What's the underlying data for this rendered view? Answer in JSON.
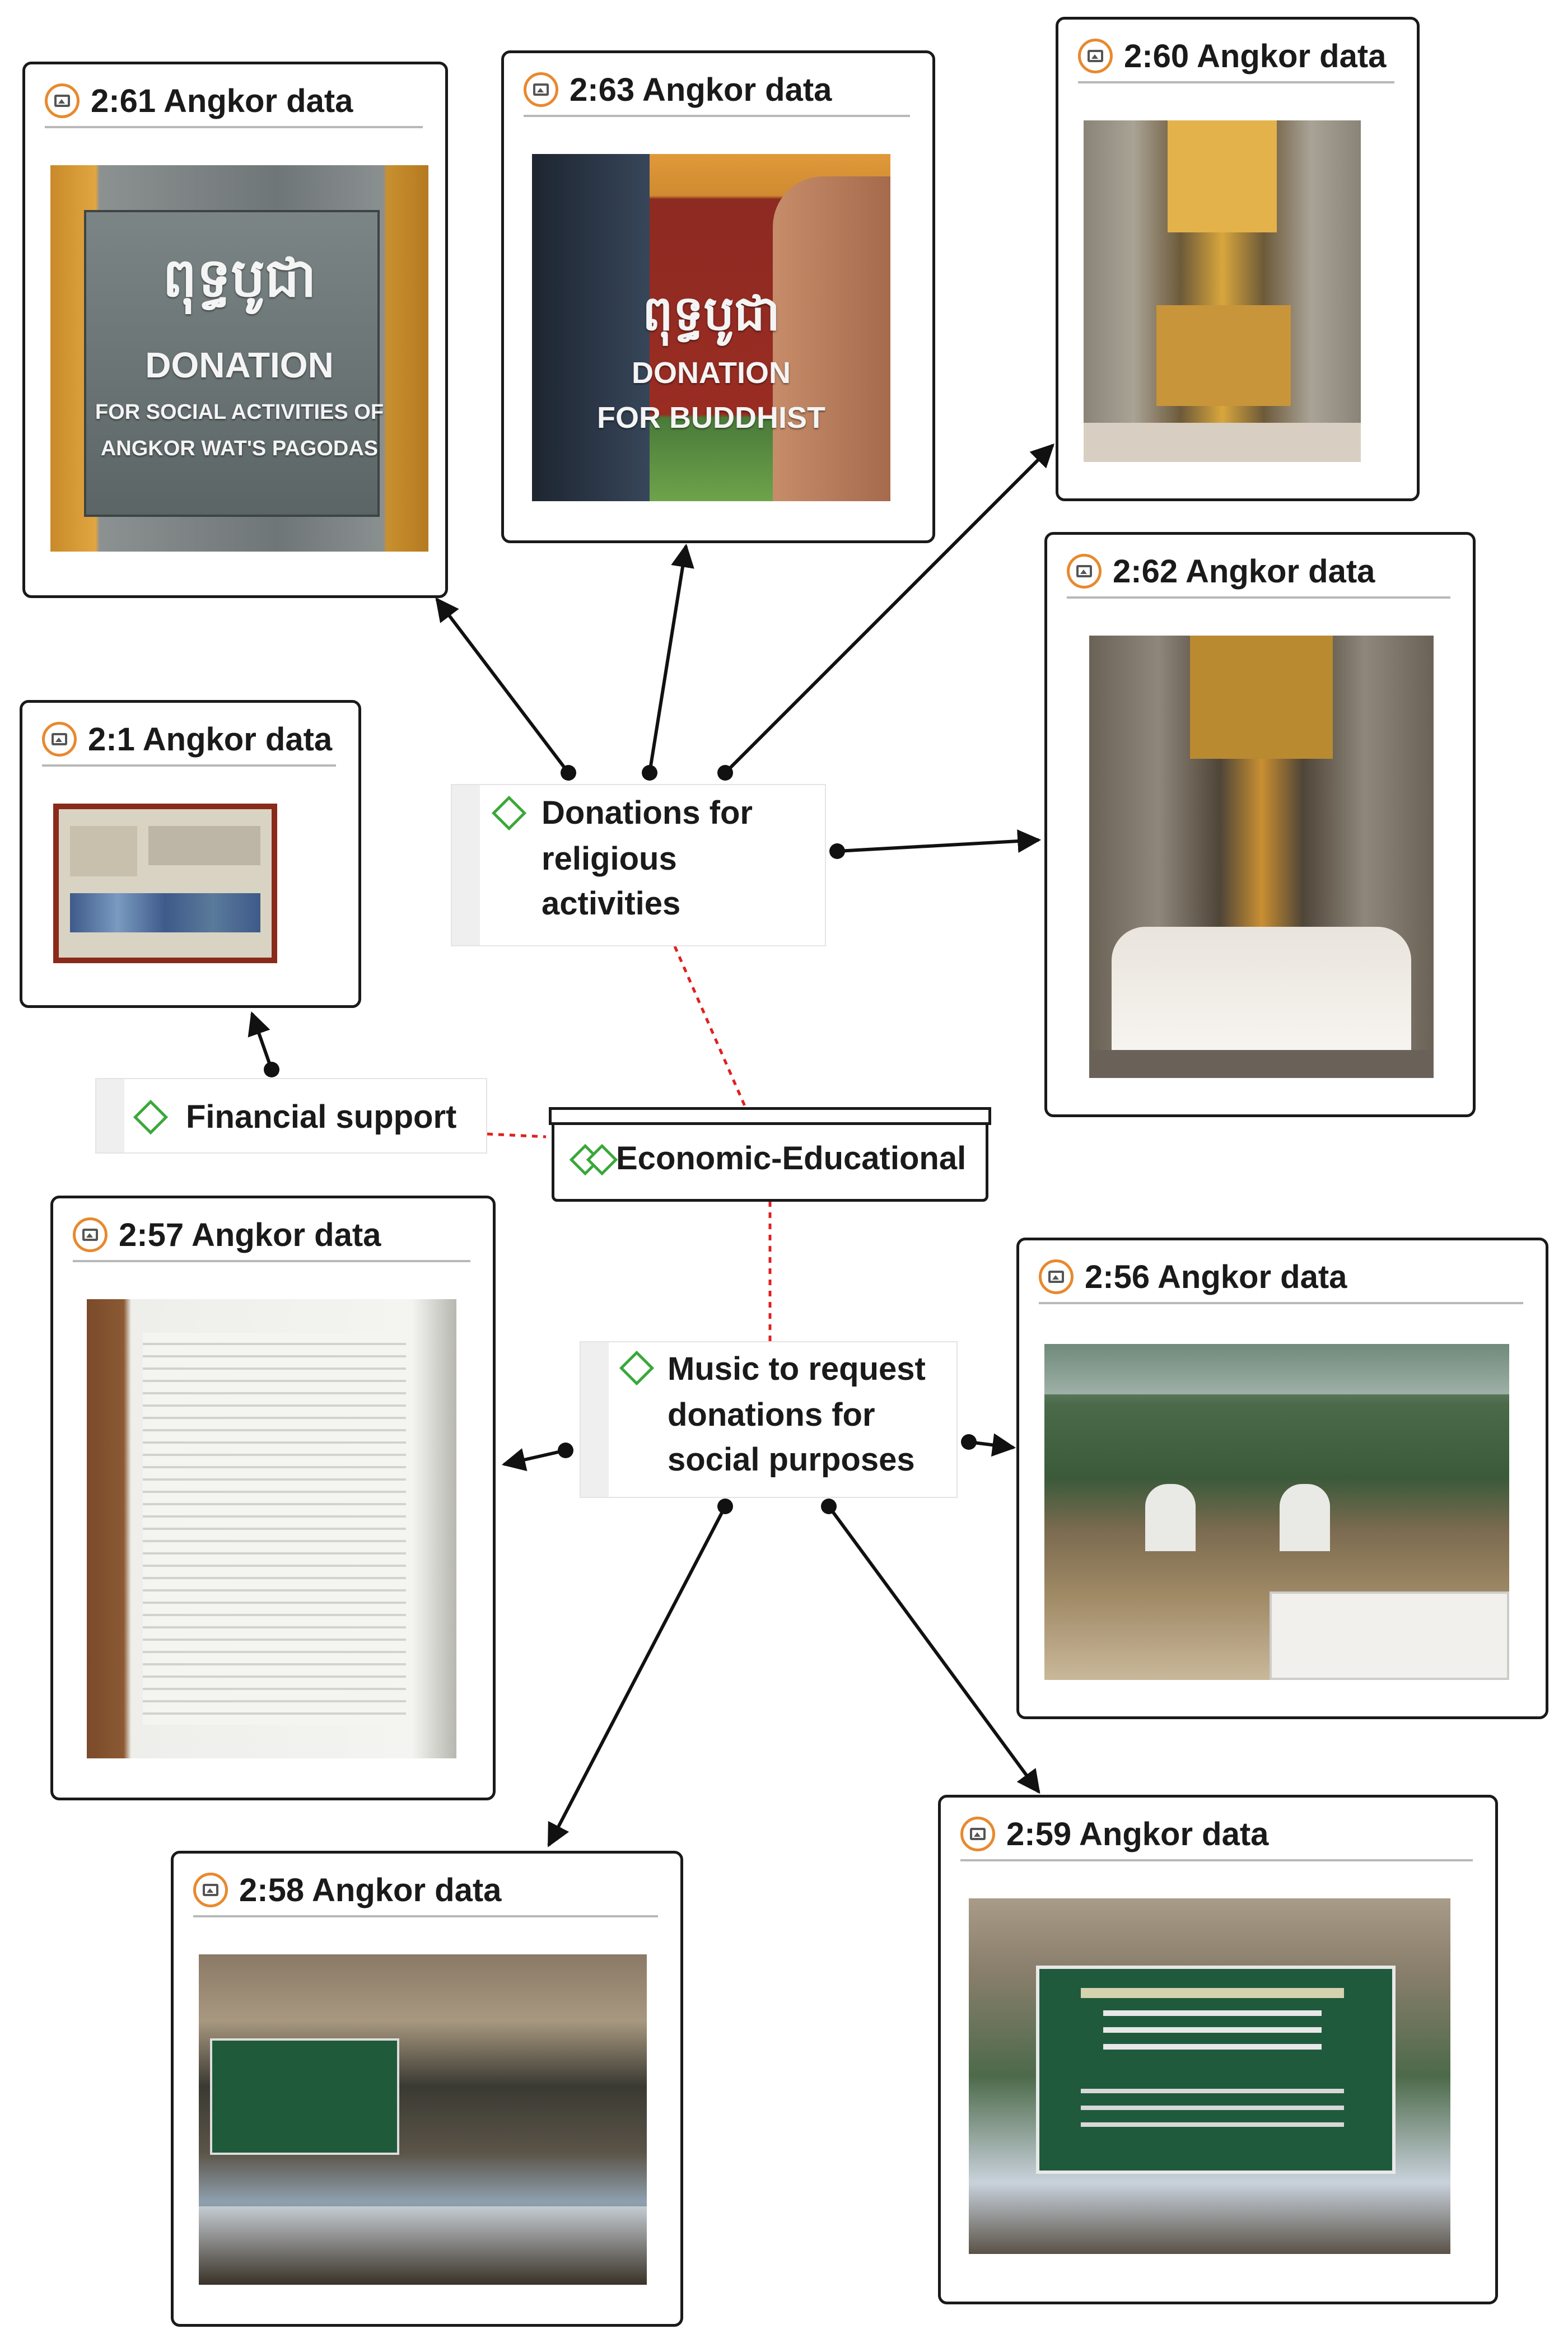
{
  "colors": {
    "card_border": "#1a1a1a",
    "icon_ring": "#e8892e",
    "code_diamond": "#39a839",
    "dashed_link": "#e02020",
    "arrow": "#111111"
  },
  "center_node": {
    "label": "Economic-Educational",
    "icon": "double-diamond-icon"
  },
  "codes": {
    "donations": {
      "label": "Donations for religious activities",
      "line1": "Donations for",
      "line2": "religious",
      "line3": "activities",
      "icon": "diamond-icon"
    },
    "financial": {
      "label": "Financial support",
      "icon": "diamond-icon"
    },
    "music": {
      "label": "Music to request donations for social purposes",
      "line1": "Music to request",
      "line2": "donations for",
      "line3": "social purposes",
      "icon": "diamond-icon"
    }
  },
  "documents": [
    {
      "id": "2:61",
      "title": "2:61 Angkor data",
      "icon": "image-icon",
      "photo_text": [
        "ពុទ្ធបូជា",
        "DONATION",
        "FOR SOCIAL ACTIVITIES OF",
        "ANGKOR WAT'S PAGODAS"
      ]
    },
    {
      "id": "2:63",
      "title": "2:63 Angkor data",
      "icon": "image-icon",
      "photo_text": [
        "ពុទ្ធបូជា",
        "DONATION",
        "FOR BUDDHIST"
      ]
    },
    {
      "id": "2:60",
      "title": "2:60 Angkor data",
      "icon": "image-icon"
    },
    {
      "id": "2:62",
      "title": "2:62 Angkor data",
      "icon": "image-icon"
    },
    {
      "id": "2:1",
      "title": "2:1 Angkor data",
      "icon": "image-icon"
    },
    {
      "id": "2:57",
      "title": "2:57 Angkor data",
      "icon": "image-icon"
    },
    {
      "id": "2:56",
      "title": "2:56 Angkor data",
      "icon": "image-icon"
    },
    {
      "id": "2:58",
      "title": "2:58 Angkor data",
      "icon": "image-icon"
    },
    {
      "id": "2:59",
      "title": "2:59 Angkor data",
      "icon": "image-icon"
    }
  ]
}
